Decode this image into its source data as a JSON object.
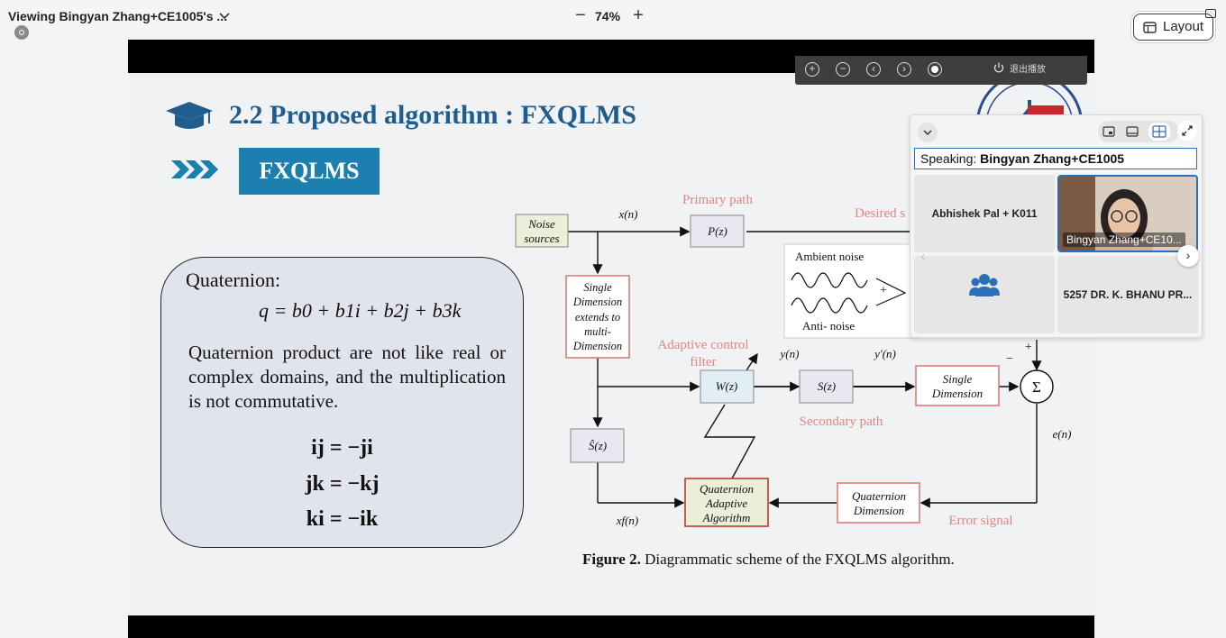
{
  "topbar": {
    "viewing_title": "Viewing Bingyan Zhang+CE1005's ...",
    "zoom_out": "−",
    "zoom_level": "74%",
    "zoom_in": "+",
    "layout_label": "Layout"
  },
  "presentation_controls": {
    "exit_label": "退出播放"
  },
  "slide": {
    "title": "2.2 Proposed algorithm : FXQLMS",
    "subtitle_box": "FXQLMS",
    "quaternion": {
      "heading": "Quaternion:",
      "equation": "q = b0 + b1i + b2j + b3k",
      "description": "Quaternion product are not like real or complex domains, and the multiplication is not commutative.",
      "relations": [
        "ij = −ji",
        "jk = −kj",
        "ki = −ik"
      ]
    },
    "diagram": {
      "noise_sources": [
        "Noise",
        "sources"
      ],
      "xn": "x(n)",
      "primary_path": "Primary path",
      "pz": "P(z)",
      "desired": "Desired s",
      "single_dim_left": [
        "Single",
        "Dimension",
        "extends to",
        "multi-",
        "Dimension"
      ],
      "ambient_noise": "Ambient noise",
      "anti_noise": "Anti- noise",
      "plus": "+",
      "minus": "−",
      "adaptive_filter": [
        "Adaptive control",
        "filter"
      ],
      "yn": "y(n)",
      "yprime": "y'(n)",
      "wz": "W(z)",
      "sz": "S(z)",
      "single_dim_right": [
        "Single",
        "Dimension"
      ],
      "sigma": "Σ",
      "secondary_path": "Secondary path",
      "en": "e(n)",
      "shat": "Ŝ(z)",
      "qaa": [
        "Quaternion",
        "Adaptive",
        "Algorithm"
      ],
      "qd": [
        "Quaternion",
        "Dimension"
      ],
      "xfn": "xf(n)",
      "error_signal": "Error signal"
    },
    "caption_bold": "Figure 2.",
    "caption_text": " Diagrammatic scheme of the FXQLMS algorithm."
  },
  "participants": {
    "speaking_label": "Speaking:",
    "speaking_name": "Bingyan Zhang+CE1005",
    "tiles": [
      {
        "name": "Abhishek Pal + K011"
      },
      {
        "name": "Bingyan Zhang+CE10..."
      },
      {
        "name": ""
      },
      {
        "name": "5257 DR. K. BHANU PR..."
      }
    ]
  },
  "colors": {
    "title_blue": "#1e5d8d",
    "fx_box": "#1d7fae",
    "red_box": "#e07a7a",
    "red_text": "#e08585",
    "accent_blue": "#2b6fb6"
  }
}
